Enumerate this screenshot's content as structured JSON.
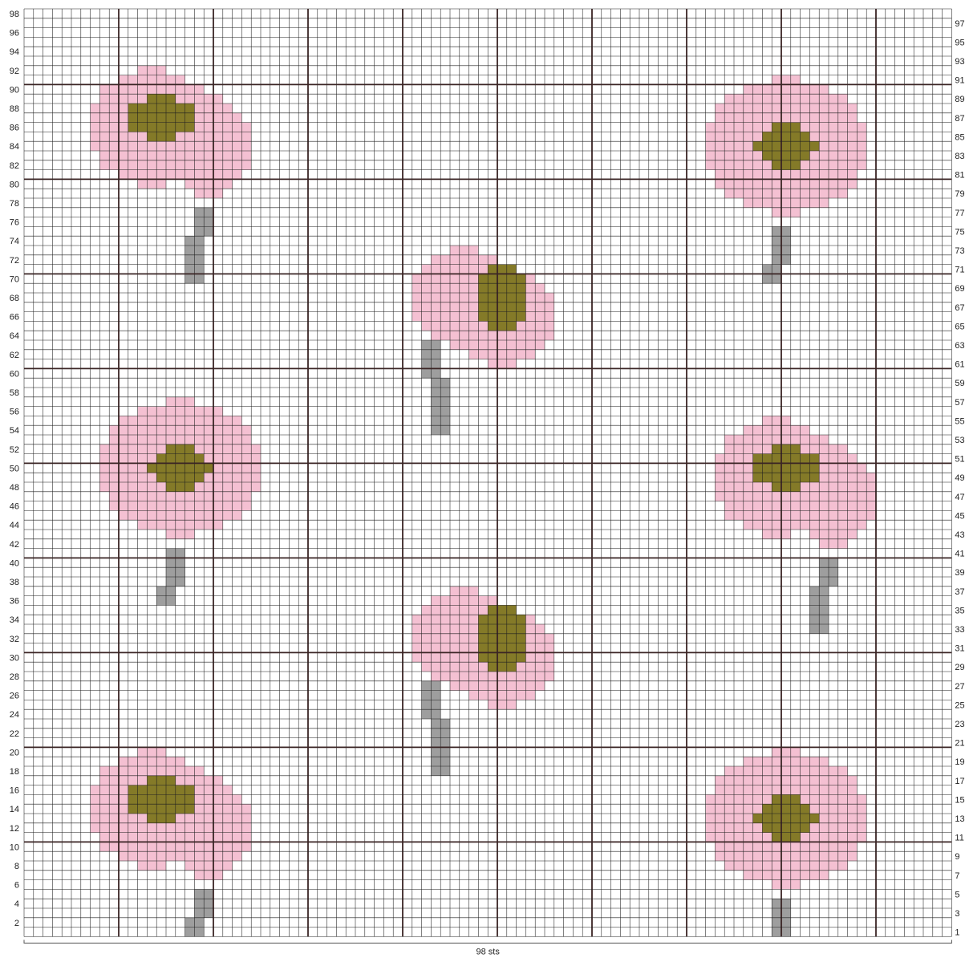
{
  "chart": {
    "stitches": 98,
    "rows": 98,
    "width_label": "98 sts",
    "major_line_every": 10,
    "colors": {
      "background": "#ffffff",
      "grid": "#1e1e1e",
      "grid_major": "#3a2424",
      "flower": "#f4c0d2",
      "center": "#847a28",
      "stem": "#9e9e9e"
    },
    "motifs": [
      {
        "id": "flower-left-top",
        "type": "cluster"
      },
      {
        "id": "flower-right-top",
        "type": "round"
      },
      {
        "id": "flower-center-upper",
        "type": "tilted"
      },
      {
        "id": "flower-left-middle",
        "type": "round"
      },
      {
        "id": "flower-right-middle",
        "type": "cluster"
      },
      {
        "id": "flower-center-lower",
        "type": "tilted"
      },
      {
        "id": "flower-left-bottom",
        "type": "cluster"
      },
      {
        "id": "flower-right-bottom",
        "type": "round"
      }
    ]
  }
}
